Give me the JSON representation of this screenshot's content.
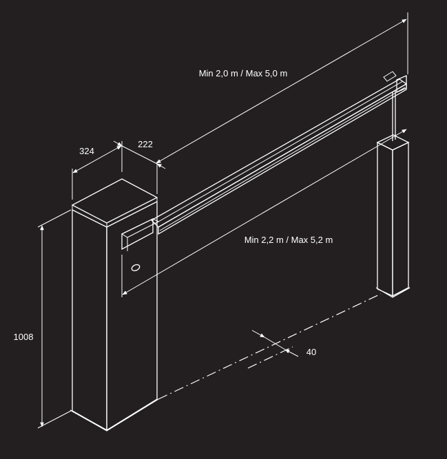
{
  "dimensions": {
    "arm_length": "Min 2,0 m / Max 5,0 m",
    "opening_width": "Min 2,2 m / Max 5,2 m",
    "cabinet_depth": "324",
    "arm_offset": "222",
    "cabinet_height": "1008",
    "arm_gap": "40"
  },
  "colors": {
    "background": "#231f20",
    "line": "#ffffff",
    "cabinet_front": "#2f2b2c",
    "cabinet_side": "#262223",
    "cabinet_top": "#403b3c",
    "post_front": "#2f2b2c",
    "post_side": "#262223"
  }
}
